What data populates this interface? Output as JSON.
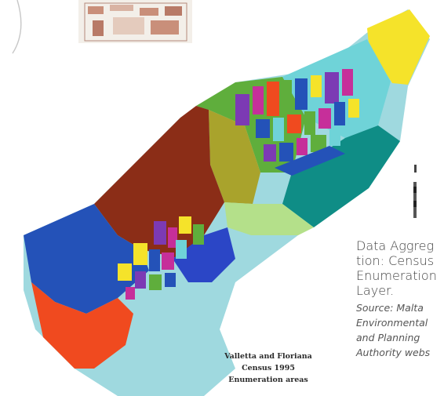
{
  "caption": {
    "title_lines": [
      "Data Aggreg",
      "tion: Census",
      "Enumeration",
      "Layer."
    ],
    "source_lines": [
      "Source: Malta",
      "Environmental",
      "and Planning",
      "Authority webs"
    ]
  },
  "map_legend": {
    "lines": [
      "Valletta and Floriana",
      "Census 1995",
      "Enumeration areas"
    ]
  },
  "colors": {
    "yellow": "#f5e32a",
    "cyan": "#6fd3d8",
    "lightblue": "#9fd9df",
    "green": "#5fae3c",
    "olive": "#a9a32c",
    "brown": "#8b2d17",
    "blue": "#2452b8",
    "orange": "#f04a1f",
    "teal": "#0f8d86",
    "purple": "#7c3ab4",
    "magenta": "#c62f9a"
  }
}
